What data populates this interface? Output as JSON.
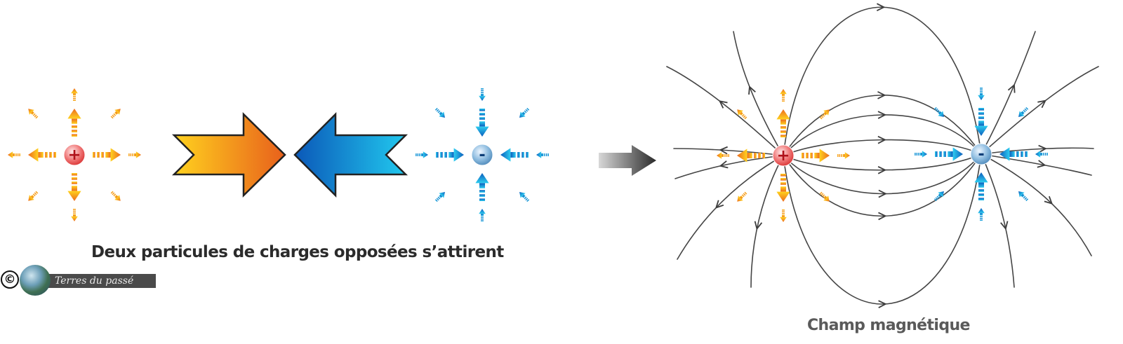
{
  "left_panel": {
    "caption": "Deux particules de charges opposées s’attirent",
    "positive_symbol": "+",
    "negative_symbol": "-"
  },
  "right_panel": {
    "caption": "Champ magnétique",
    "positive_symbol": "+",
    "negative_symbol": "-"
  },
  "watermark": {
    "symbol": "©",
    "text": "Terres du passé"
  },
  "colors": {
    "positive_charge": "#e53a3a",
    "negative_charge": "#5d9ac7",
    "warm_arrow_start": "#ffd21e",
    "warm_arrow_end": "#e8601c",
    "cool_arrow_start": "#21c8ee",
    "cool_arrow_end": "#0b58b8",
    "field_line": "#444444",
    "transition_arrow": "#3a3a3a"
  },
  "icons": [
    "positive-charge-icon",
    "negative-charge-icon",
    "outward-arrow-icon",
    "inward-arrow-icon",
    "globe-icon",
    "copyright-icon"
  ]
}
